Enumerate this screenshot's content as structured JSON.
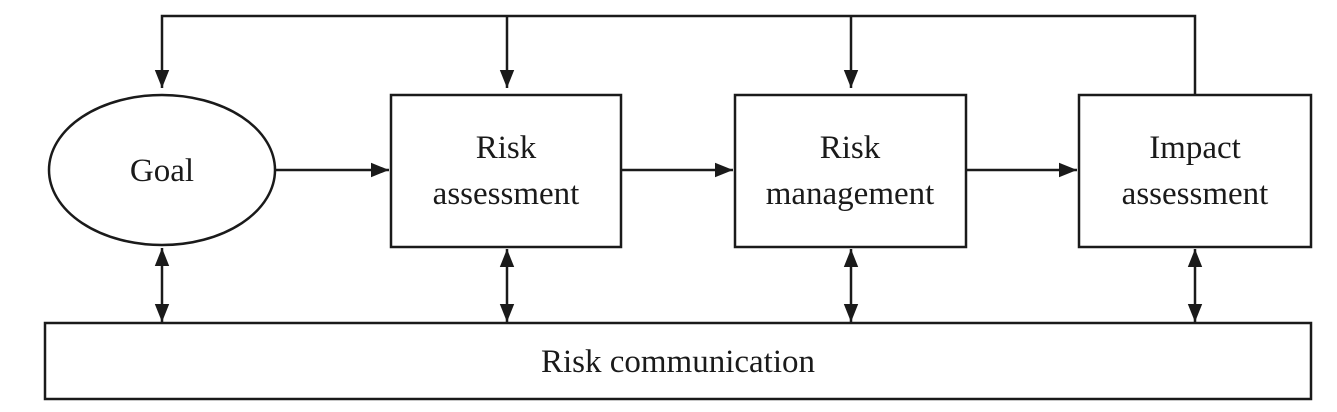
{
  "diagram": {
    "nodes": {
      "goal": "Goal",
      "risk_assessment": [
        "Risk",
        "assessment"
      ],
      "risk_management": [
        "Risk",
        "management"
      ],
      "impact_assessment": [
        "Impact",
        "assessment"
      ],
      "risk_communication": "Risk communication"
    },
    "edges": [
      {
        "from": "goal",
        "to": "risk_assessment",
        "type": "arrow"
      },
      {
        "from": "risk_assessment",
        "to": "risk_management",
        "type": "arrow"
      },
      {
        "from": "risk_management",
        "to": "impact_assessment",
        "type": "arrow"
      },
      {
        "from": "impact_assessment",
        "to": [
          "goal",
          "risk_assessment",
          "risk_management"
        ],
        "type": "feedback-arrow"
      },
      {
        "from": "goal",
        "to": "risk_communication",
        "type": "bidirectional"
      },
      {
        "from": "risk_assessment",
        "to": "risk_communication",
        "type": "bidirectional"
      },
      {
        "from": "risk_management",
        "to": "risk_communication",
        "type": "bidirectional"
      },
      {
        "from": "impact_assessment",
        "to": "risk_communication",
        "type": "bidirectional"
      }
    ],
    "colors": {
      "stroke": "#1a1a1a",
      "fill": "#ffffff",
      "text": "#1a1a1a"
    }
  }
}
